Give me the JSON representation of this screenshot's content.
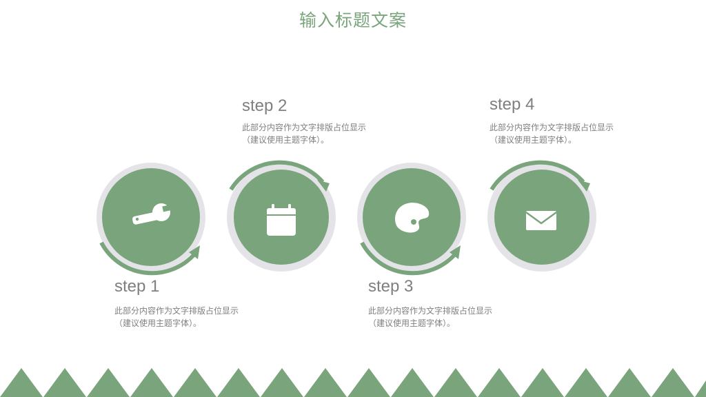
{
  "title": "输入标题文案",
  "colors": {
    "accent": "#7aa57c",
    "ring": "#e3e3e8",
    "text": "#7f7f7f",
    "white": "#ffffff"
  },
  "steps": [
    {
      "title": "step 1",
      "desc_line1": "此部分内容作为文字排版占位显示",
      "desc_line2": "（建议使用主题字体）。",
      "icon": "wrench-icon"
    },
    {
      "title": "step 2",
      "desc_line1": "此部分内容作为文字排版占位显示",
      "desc_line2": "（建议使用主题字体）。",
      "icon": "calendar-icon"
    },
    {
      "title": "step 3",
      "desc_line1": "此部分内容作为文字排版占位显示",
      "desc_line2": "（建议使用主题字体）。",
      "icon": "palette-icon"
    },
    {
      "title": "step 4",
      "desc_line1": "此部分内容作为文字排版占位显示",
      "desc_line2": "（建议使用主题字体）。",
      "icon": "envelope-icon"
    }
  ]
}
